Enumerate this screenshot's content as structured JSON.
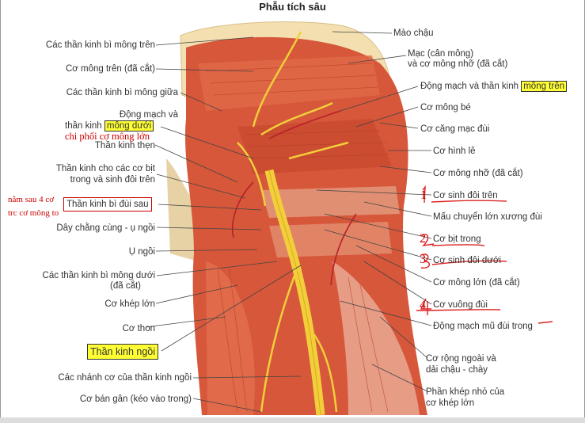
{
  "title": "Phẫu tích sâu",
  "labels_left": [
    "Các thần kinh bì mông trên",
    "Cơ mông trên (đã cắt)",
    "Các thần kinh bì mông giữa",
    "Động mạch và",
    "thần kinh ",
    "mông dưới",
    "Thần kinh thẹn",
    "Thần kinh cho các cơ bịt",
    "trong và sinh đôi trên",
    "Thần kinh bì đùi sau",
    "Dây chằng cùng - ụ ngồi",
    "Ụ ngồi",
    "Các thần kinh bì mông dưới",
    "(đã cắt)",
    "Cơ khép lớn",
    "Cơ thon",
    "Thần kinh ngồi",
    "Các nhánh cơ của thần kinh ngồi",
    "Cơ bán gân (kéo vào trong)"
  ],
  "labels_right": [
    "Mào chậu",
    "Mạc (cân mông)",
    "và cơ mông nhỡ (đã cắt)",
    "Động mạch và thần kinh ",
    "mông trên",
    "Cơ mông bé",
    "Cơ căng mạc đùi",
    "Cơ hình lê",
    "Cơ mông nhỡ (đã cắt)",
    "Cơ sinh đôi trên",
    "Mấu chuyển lớn xương đùi",
    "Cơ bịt trong",
    "Cơ sinh đôi dưới",
    "Cơ mông lớn (đã cắt)",
    "Cơ vuông đùi",
    "Động mạch mũ đùi trong",
    "Cơ rộng ngoài và",
    "dải chậu - chày",
    "Phần khép nhỏ của",
    "cơ khép lớn"
  ],
  "annotations": {
    "chi_phoi": "chi phối cơ mông lớn",
    "nam_sau_line1": "nằm sau 4 cơ",
    "nam_sau_line2": "trc cơ mông to",
    "n1": "1",
    "n2": "2",
    "n3": "3",
    "n4": "4"
  },
  "colors": {
    "highlight": "#ffff33",
    "annotation": "#cc0000",
    "muscle": "#d6573a",
    "nerve": "#f2cf3a"
  }
}
